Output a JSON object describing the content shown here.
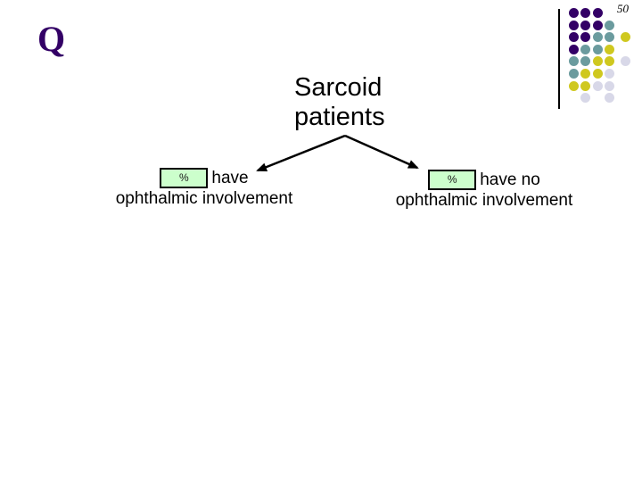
{
  "slide": {
    "page_number": "50",
    "corner_letter": "Q",
    "title_line1": "Sarcoid",
    "title_line2": "patients"
  },
  "left_branch": {
    "percent_placeholder": "%",
    "line1_text": "have",
    "line2_text": "ophthalmic involvement"
  },
  "right_branch": {
    "percent_placeholder": "%",
    "line1_text": "have no",
    "line2_text": "ophthalmic involvement"
  },
  "colors": {
    "corner_letter": "#330066",
    "percent_box_fill": "#CCFFCC",
    "percent_box_border": "#000000",
    "arrow": "#000000",
    "title_text": "#000000"
  },
  "decoration": {
    "palette": {
      "P": "#330066",
      "T": "#6B9B9E",
      "Y": "#CFC81F",
      "L": "#D8D8E8"
    },
    "dot_rows": [
      [
        "P",
        "P",
        "P",
        null,
        null
      ],
      [
        "P",
        "P",
        "P",
        "T",
        null
      ],
      [
        "P",
        "P",
        "T",
        "T",
        "Y"
      ],
      [
        "P",
        "T",
        "T",
        "Y",
        null
      ],
      [
        "T",
        "T",
        "Y",
        "Y",
        "L"
      ],
      [
        "T",
        "Y",
        "Y",
        "L",
        null
      ],
      [
        "Y",
        "Y",
        "L",
        "L",
        null
      ],
      [
        null,
        "L",
        null,
        "L",
        null
      ]
    ]
  }
}
